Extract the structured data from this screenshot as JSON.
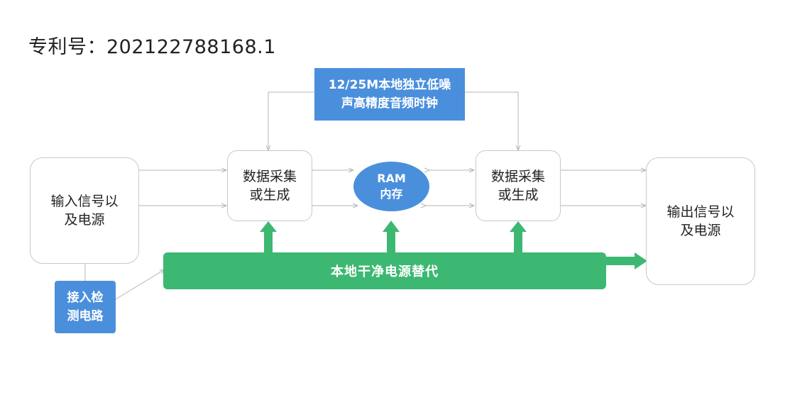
{
  "header": {
    "patent_number": "专利号：202122788168.1"
  },
  "clock": {
    "label": "12/25M本地独立低噪\n声高精度音频时钟"
  },
  "input_box": {
    "label": "输入信号以\n及电源"
  },
  "detect_box": {
    "label": "接入检\n测电路"
  },
  "left_processor": {
    "label": "数据采集\n或生成"
  },
  "ram": {
    "label": "RAM\n内存"
  },
  "right_processor": {
    "label": "数据采集\n或生成"
  },
  "output_box": {
    "label": "输出信号以\n及电源"
  },
  "power_bar": {
    "label": "本地干净电源替代"
  },
  "colors": {
    "blue": "#4a8fdc",
    "green": "#3db872",
    "line": "#b5b5b5",
    "box_border": "#c9c9c9"
  }
}
